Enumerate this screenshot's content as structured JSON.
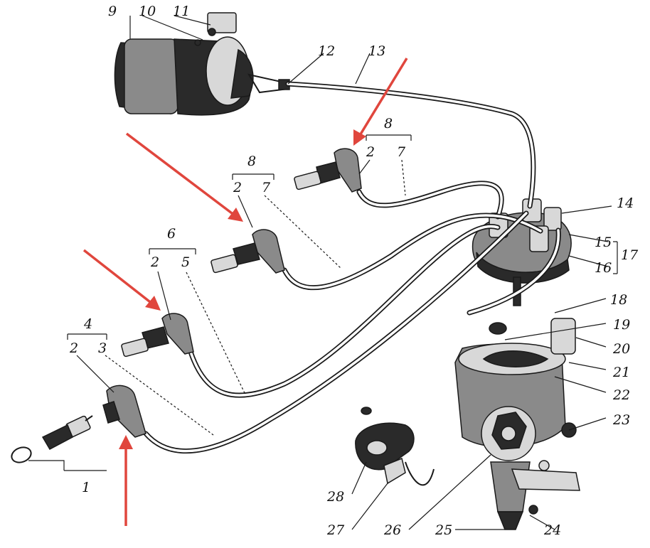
{
  "diagram": {
    "part_numbers": [
      "1",
      "2",
      "3",
      "4",
      "5",
      "6",
      "7",
      "8",
      "9",
      "10",
      "11",
      "12",
      "13",
      "14",
      "15",
      "16",
      "17",
      "18",
      "19",
      "20",
      "21",
      "22",
      "23",
      "24",
      "25",
      "26",
      "27",
      "28"
    ],
    "labels": {
      "l1": "1",
      "l4": "4",
      "l4_2": "2",
      "l4_3": "3",
      "l6": "6",
      "l6_2": "2",
      "l6_5": "5",
      "l8a": "8",
      "l8a_2": "2",
      "l8a_7": "7",
      "l8b": "8",
      "l8b_2": "2",
      "l8b_7": "7",
      "l9": "9",
      "l10": "10",
      "l11": "11",
      "l12": "12",
      "l13": "13",
      "l14": "14",
      "l15": "15",
      "l16": "16",
      "l17": "17",
      "l18": "18",
      "l19": "19",
      "l20": "20",
      "l21": "21",
      "l22": "22",
      "l23": "23",
      "l24": "24",
      "l25": "25",
      "l26": "26",
      "l27": "27",
      "l28": "28"
    },
    "arrow_color": "#e0463d",
    "ink_color": "#1a1a1a"
  }
}
